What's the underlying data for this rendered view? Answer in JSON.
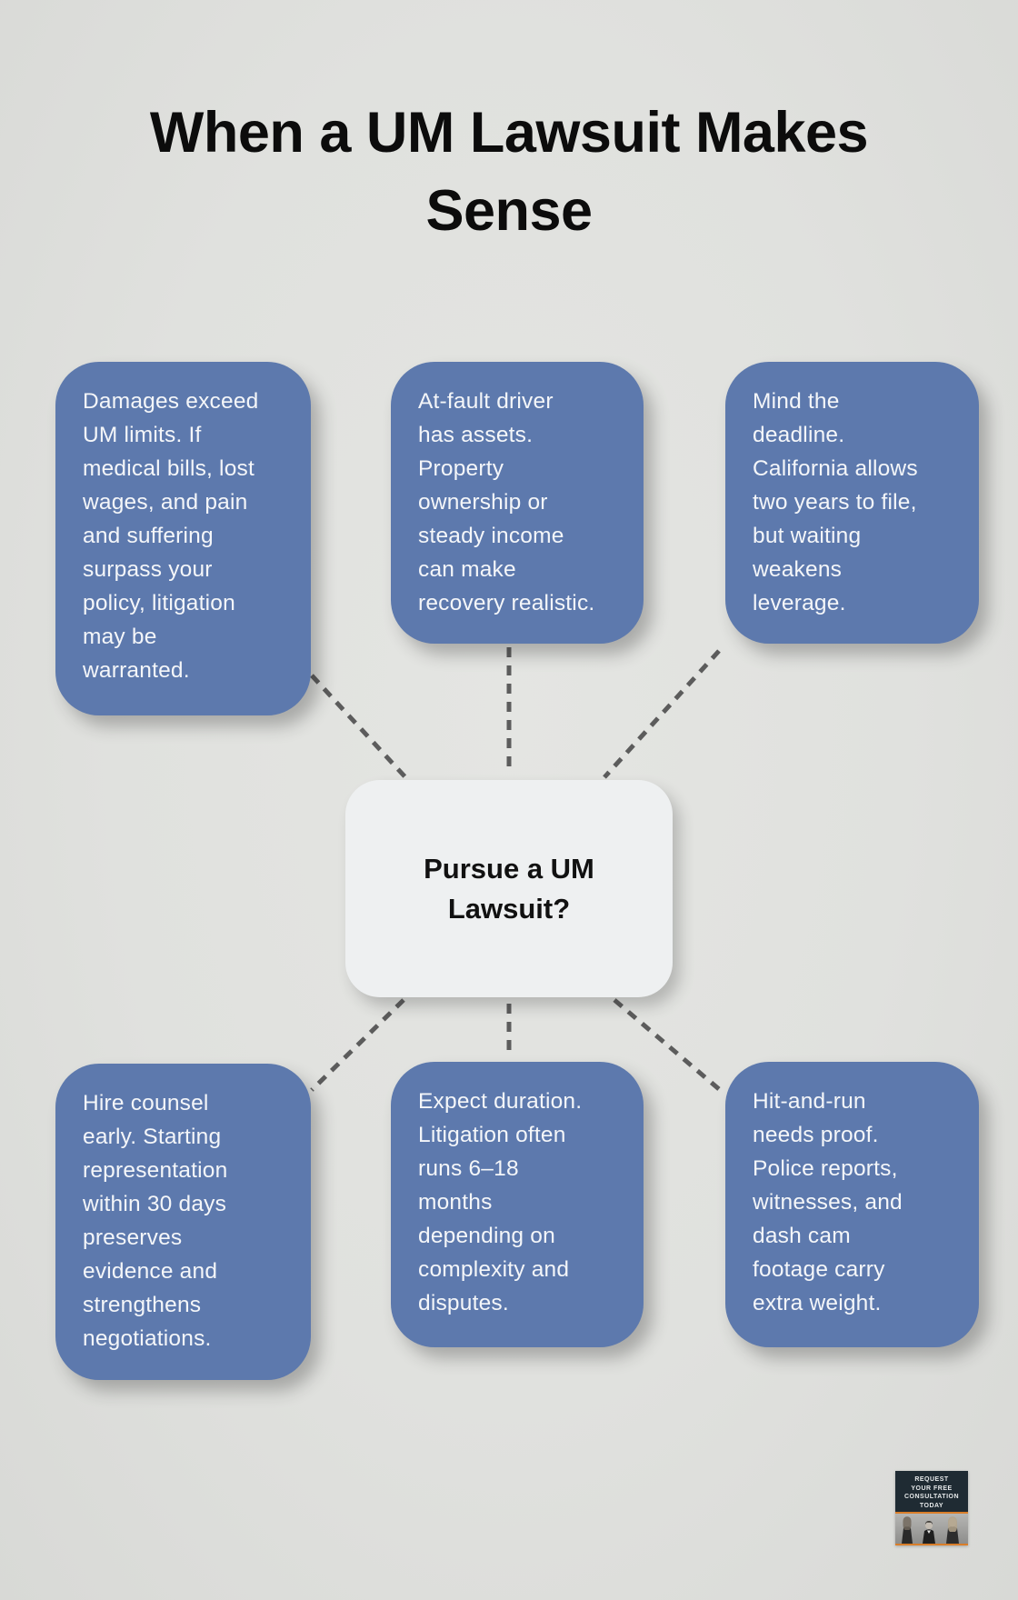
{
  "title": "When a UM Lawsuit Makes\nSense",
  "center_node": {
    "label": "Pursue a UM\nLawsuit?"
  },
  "nodes": [
    {
      "id": "damages-exceed-limits",
      "text": "Damages exceed\nUM limits. If\nmedical bills, lost\nwages, and pain\nand suffering\nsurpass your\npolicy, litigation\nmay be\nwarranted."
    },
    {
      "id": "at-fault-driver-assets",
      "text": "At-fault driver\nhas assets.\nProperty\nownership or\nsteady income\ncan make\nrecovery realistic."
    },
    {
      "id": "mind-the-deadline",
      "text": "Mind the\ndeadline.\nCalifornia allows\ntwo years to file,\nbut waiting\nweakens\nleverage."
    },
    {
      "id": "hire-counsel-early",
      "text": "Hire counsel\nearly. Starting\nrepresentation\nwithin 30 days\npreserves\nevidence and\nstrengthens\nnegotiations."
    },
    {
      "id": "expect-duration",
      "text": "Expect duration.\nLitigation often\nruns 6–18\nmonths\ndepending on\ncomplexity and\ndisputes."
    },
    {
      "id": "hit-and-run-proof",
      "text": "Hit-and-run\nneeds proof.\nPolice reports,\nwitnesses, and\ndash cam\nfootage carry\nextra weight."
    }
  ],
  "badge": {
    "text": "REQUEST\nYOUR FREE\nCONSULTATION\nTODAY"
  },
  "colors": {
    "background": "#e0e1de",
    "node_blue": "#5d79ad",
    "node_text": "#f4f6f9",
    "center_bg": "#eef0f1",
    "center_text": "#111111",
    "connector": "#5c5c5c",
    "badge_navy": "#1f2b33",
    "badge_orange": "#d97e2a"
  }
}
